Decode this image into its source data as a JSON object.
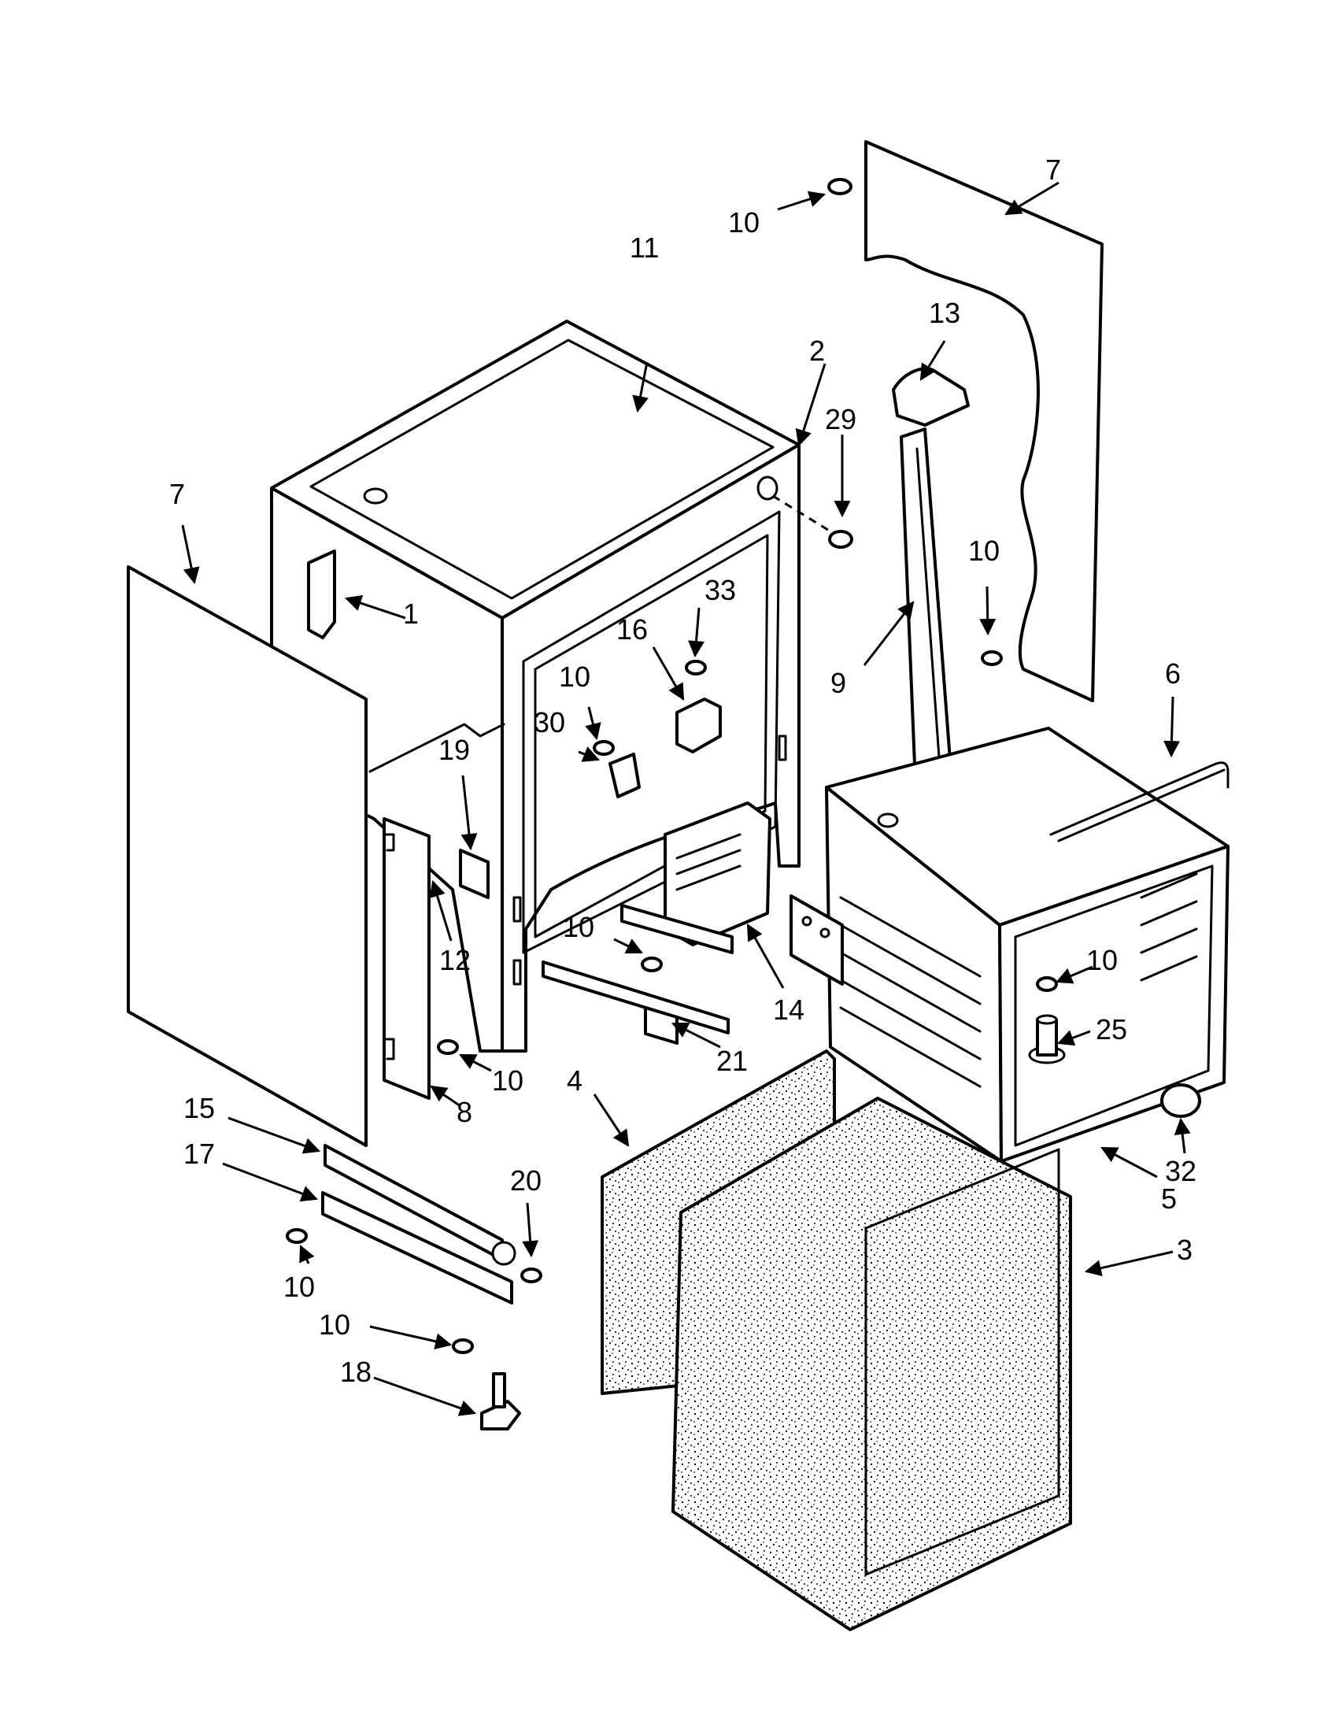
{
  "callouts": [
    {
      "id": "c1",
      "label": "1"
    },
    {
      "id": "c2",
      "label": "2"
    },
    {
      "id": "c3",
      "label": "3"
    },
    {
      "id": "c4",
      "label": "4"
    },
    {
      "id": "c5",
      "label": "5"
    },
    {
      "id": "c6",
      "label": "6"
    },
    {
      "id": "c7a",
      "label": "7"
    },
    {
      "id": "c7b",
      "label": "7"
    },
    {
      "id": "c8",
      "label": "8"
    },
    {
      "id": "c9",
      "label": "9"
    },
    {
      "id": "c10a",
      "label": "10"
    },
    {
      "id": "c10b",
      "label": "10"
    },
    {
      "id": "c10c",
      "label": "10"
    },
    {
      "id": "c10d",
      "label": "10"
    },
    {
      "id": "c10e",
      "label": "10"
    },
    {
      "id": "c10f",
      "label": "10"
    },
    {
      "id": "c10g",
      "label": "10"
    },
    {
      "id": "c10h",
      "label": "10"
    },
    {
      "id": "c11",
      "label": "11"
    },
    {
      "id": "c12",
      "label": "12"
    },
    {
      "id": "c13",
      "label": "13"
    },
    {
      "id": "c14",
      "label": "14"
    },
    {
      "id": "c15",
      "label": "15"
    },
    {
      "id": "c16",
      "label": "16"
    },
    {
      "id": "c17",
      "label": "17"
    },
    {
      "id": "c18",
      "label": "18"
    },
    {
      "id": "c19",
      "label": "19"
    },
    {
      "id": "c20",
      "label": "20"
    },
    {
      "id": "c21",
      "label": "21"
    },
    {
      "id": "c25",
      "label": "25"
    },
    {
      "id": "c29",
      "label": "29"
    },
    {
      "id": "c30",
      "label": "30"
    },
    {
      "id": "c32",
      "label": "32"
    },
    {
      "id": "c33",
      "label": "33"
    }
  ]
}
